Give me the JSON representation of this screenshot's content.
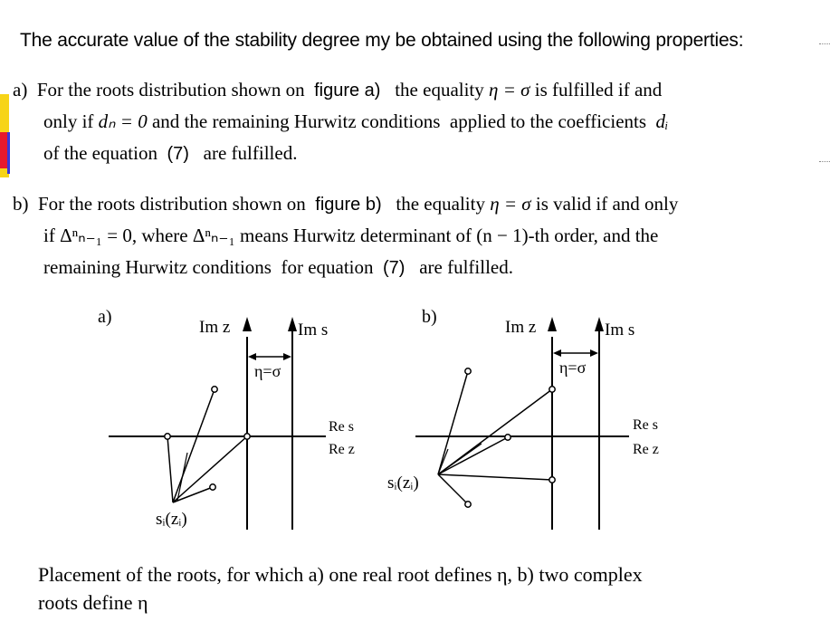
{
  "title": "The accurate value of the stability degree my be obtained using the following properties:",
  "para_a": {
    "marker": "a)",
    "l1_pre": "For the roots distribution shown on",
    "l1_ref": "figure a)",
    "l1_post": "the equality",
    "l1_eq": "η = σ",
    "l1_tail": "is fulfilled if and",
    "l2_pre": "only if",
    "l2_eq": "dₙ = 0",
    "l2_mid": "and the remaining Hurwitz conditions",
    "l2_post": "applied to the coefficients",
    "l2_var": "dᵢ",
    "l3_pre": "of the equation",
    "l3_ref": "(7)",
    "l3_post": "are fulfilled."
  },
  "para_b": {
    "marker": "b)",
    "l1_pre": "For the roots distribution shown on",
    "l1_ref": "figure b)",
    "l1_post": "the equality",
    "l1_eq": "η = σ",
    "l1_tail": "is valid if and only",
    "l2_pre": "if",
    "l2_eq": "Δⁿₙ₋₁ = 0,",
    "l2_mid": "where",
    "l2_sym": "Δⁿₙ₋₁",
    "l2_post": "means Hurwitz determinant of (n − 1)-th order, and the",
    "l3_pre": "remaining Hurwitz conditions",
    "l3_mid": "for equation",
    "l3_ref": "(7)",
    "l3_post": "are fulfilled."
  },
  "figure_a": {
    "panel_label": "a)",
    "im_z": "Im z",
    "im_s": "Im s",
    "eta_sigma": "η=σ",
    "re_s": "Re s",
    "re_z": "Re z",
    "root_label": "sᵢ(zᵢ)"
  },
  "figure_b": {
    "panel_label": "b)",
    "im_z": "Im z",
    "im_s": "Im s",
    "eta_sigma": "η=σ",
    "re_s": "Re s",
    "re_z": "Re z",
    "root_label": "sᵢ(zᵢ)"
  },
  "caption": {
    "line1": "Placement of the roots, for which a) one real root defines η, b) two complex",
    "line2": "roots define η"
  },
  "colors": {
    "deco_yellow": "#f7d417",
    "deco_red": "#e8192c",
    "deco_blue": "#3a36d8"
  }
}
